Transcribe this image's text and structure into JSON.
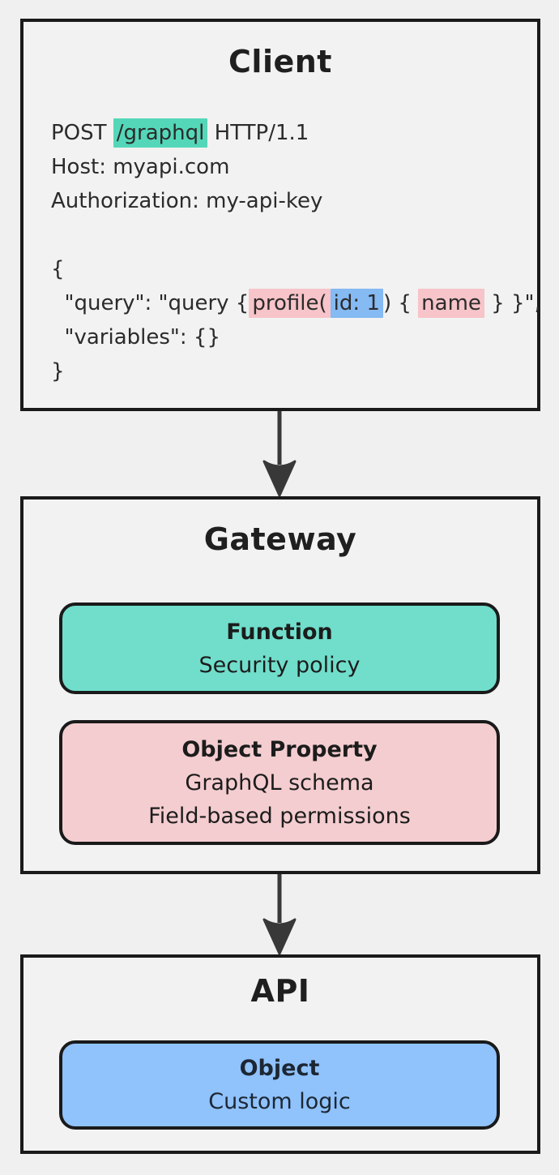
{
  "colors": {
    "page_bg": "#f0f0f0",
    "panel_bg": "#f2f2f2",
    "border": "#1a1a1a",
    "arrow": "#383838",
    "teal_highlight": "#54d7b8",
    "pink_highlight": "#f6c4c9",
    "blue_highlight": "#85baf3",
    "function_card_fill": "#70decb",
    "object_property_card_fill": "#f4cdd0",
    "object_card_fill": "#90c2fc"
  },
  "client": {
    "title": "Client",
    "request": {
      "method": "POST ",
      "path": "/graphql",
      "protocol": " HTTP/1.1",
      "host": "Host: myapi.com",
      "authorization": "Authorization: my-api-key"
    },
    "body": {
      "open": "{",
      "query_prefix": "  \"query\": \"query {",
      "field_profile": "profile(",
      "argument": "id: 1",
      "mid": ") { ",
      "field_name": "name",
      "suffix": " } }\",",
      "variables": "  \"variables\": {}",
      "close": "}"
    }
  },
  "gateway": {
    "title": "Gateway",
    "function_card": {
      "title": "Function",
      "line1": "Security policy"
    },
    "object_property_card": {
      "title": "Object Property",
      "line1": "GraphQL schema",
      "line2": "Field-based permissions"
    }
  },
  "api": {
    "title": "API",
    "object_card": {
      "title": "Object",
      "line1": "Custom logic"
    }
  }
}
